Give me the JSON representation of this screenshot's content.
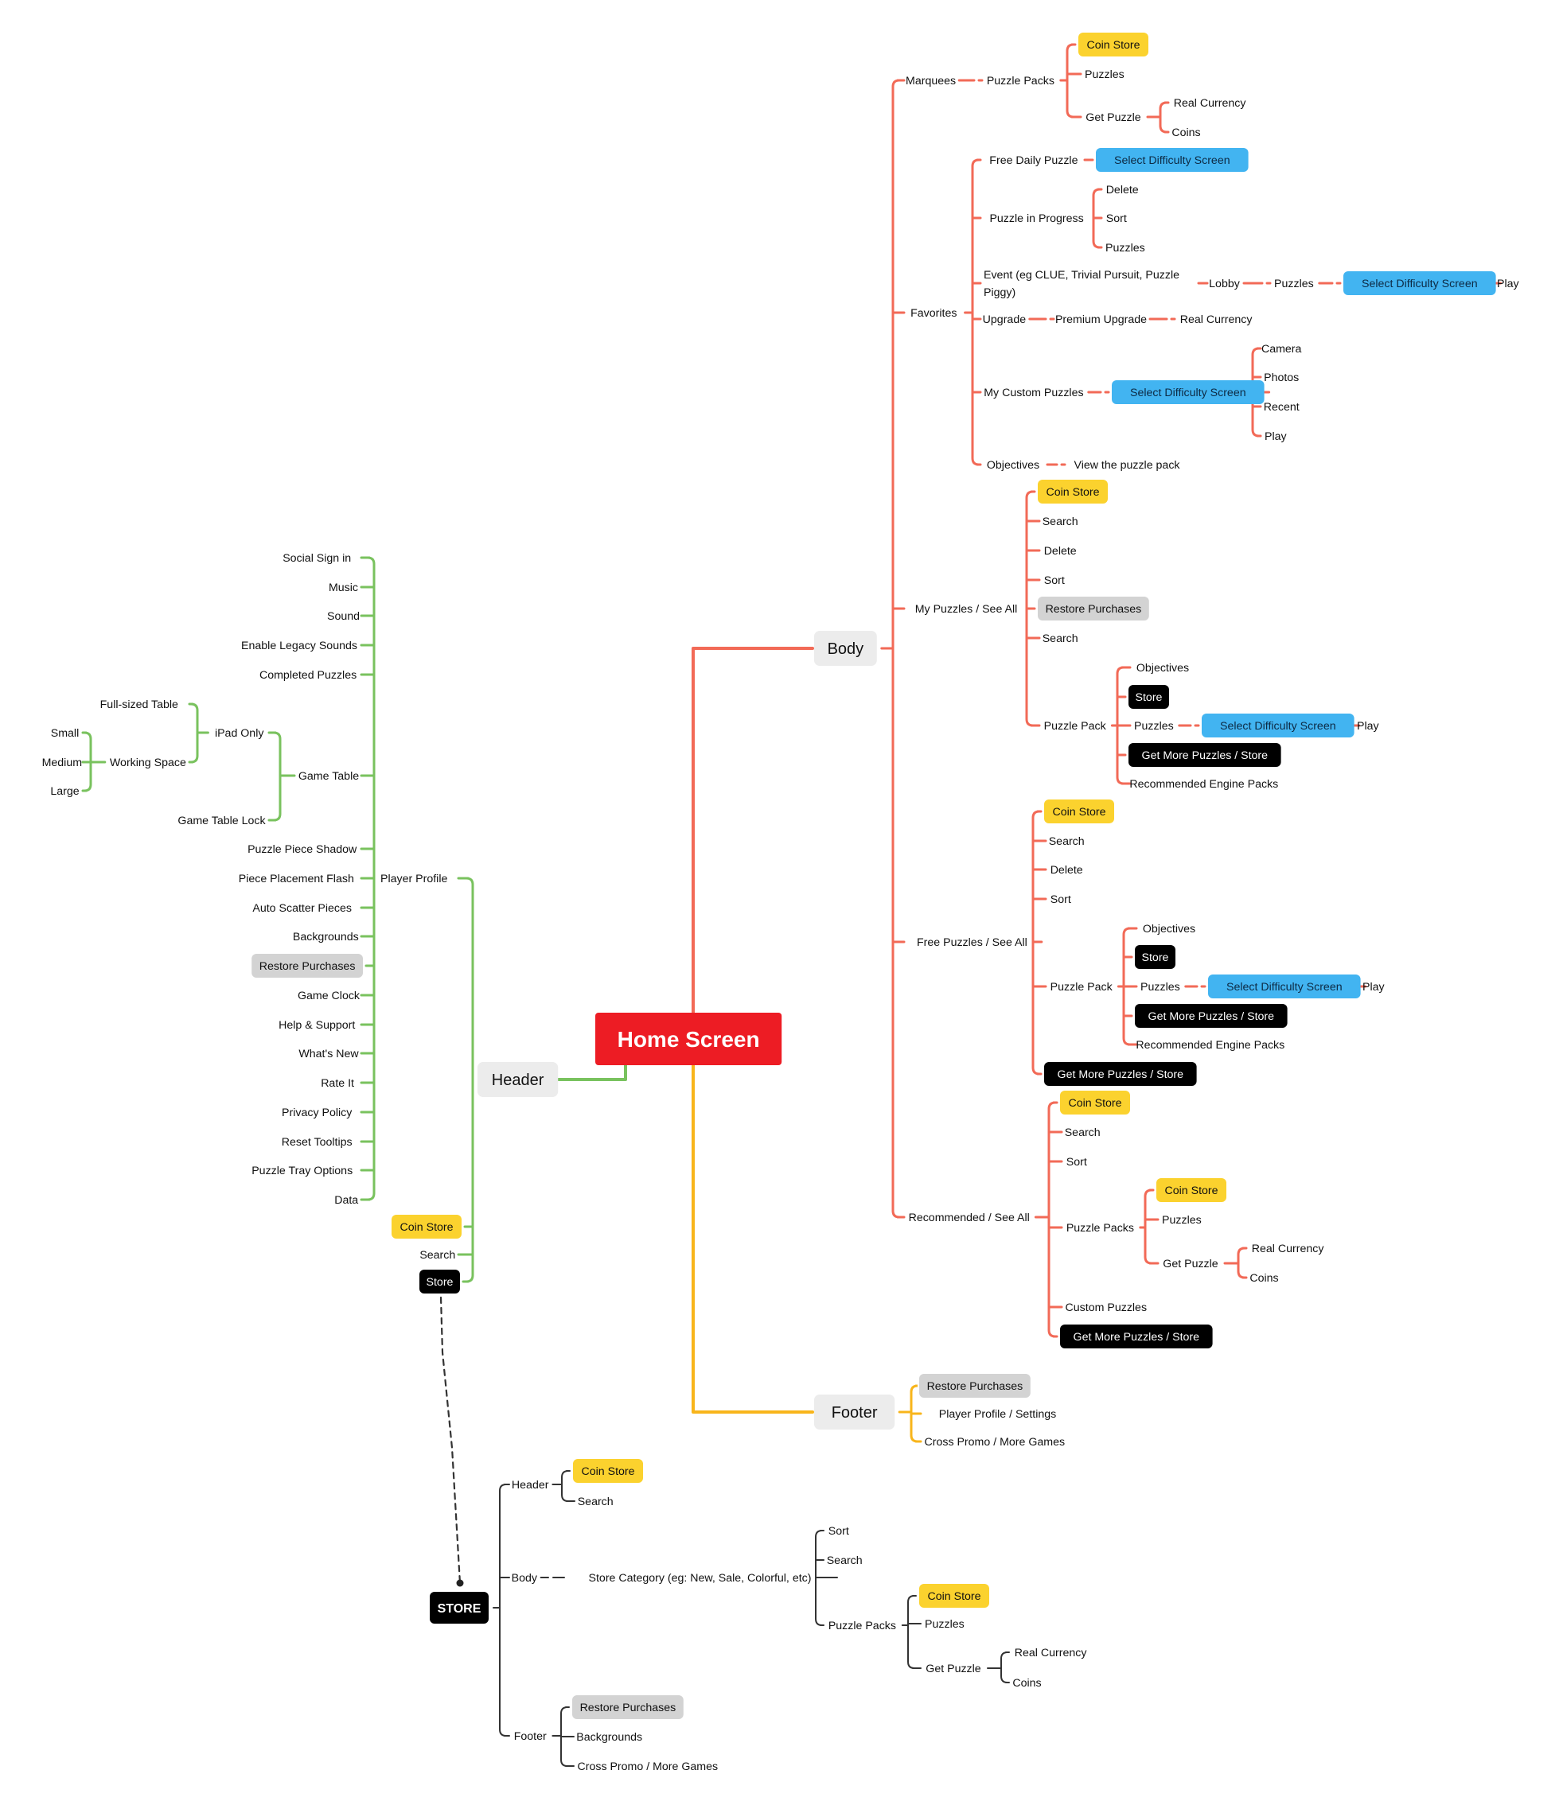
{
  "colors": {
    "body_branch": "#f26a57",
    "header_branch": "#79c25e",
    "footer_branch": "#f8b51b",
    "store_branch": "#333333",
    "root_fill": "#ed1c24",
    "yellow_tag": "#fbd22e",
    "blue_tag": "#42b4f1",
    "black_tag": "#000000",
    "gray_tag": "#d3d3d3",
    "section_tag": "#ececec"
  },
  "labels": {
    "home_screen": "Home Screen",
    "body": "Body",
    "header": "Header",
    "footer": "Footer",
    "store": "STORE",
    "marquees": "Marquees",
    "puzzle_packs": "Puzzle Packs",
    "coin_store": "Coin Store",
    "puzzles": "Puzzles",
    "get_puzzle": "Get Puzzle",
    "real_currency": "Real Currency",
    "coins": "Coins",
    "favorites": "Favorites",
    "free_daily_puzzle": "Free Daily Puzzle",
    "select_difficulty_screen": "Select Difficulty Screen",
    "puzzle_in_progress": "Puzzle in Progress",
    "delete": "Delete",
    "sort": "Sort",
    "event": "Event (eg CLUE, Trivial Pursuit, Puzzle Piggy)",
    "lobby": "Lobby",
    "play": "Play",
    "upgrade": "Upgrade",
    "premium_upgrade": "Premium Upgrade",
    "my_custom_puzzles": "My Custom Puzzles",
    "camera": "Camera",
    "photos": "Photos",
    "recent": "Recent",
    "objectives": "Objectives",
    "view_the_puzzle_pack": "View the puzzle pack",
    "my_puzzles_see_all": "My Puzzles / See All",
    "search": "Search",
    "restore_purchases": "Restore Purchases",
    "puzzle_pack": "Puzzle Pack",
    "store_tag": "Store",
    "get_more_puzzles_store": "Get More Puzzles / Store",
    "recommended_engine_packs": "Recommended Engine Packs",
    "free_puzzles_see_all": "Free Puzzles / See All",
    "recommended_see_all": "Recommended / See All",
    "custom_puzzles": "Custom Puzzles",
    "player_profile_settings": "Player Profile / Settings",
    "cross_promo_more_games": "Cross Promo / More Games",
    "player_profile": "Player Profile",
    "social_sign_in": "Social Sign in",
    "music": "Music",
    "sound": "Sound",
    "enable_legacy_sounds": "Enable Legacy Sounds",
    "completed_puzzles": "Completed Puzzles",
    "full_sized_table": "Full-sized Table",
    "ipad_only": "iPad Only",
    "small": "Small",
    "medium": "Medium",
    "large": "Large",
    "working_space": "Working Space",
    "game_table": "Game Table",
    "game_table_lock": "Game Table Lock",
    "puzzle_piece_shadow": "Puzzle Piece Shadow",
    "piece_placement_flash": "Piece Placement Flash",
    "auto_scatter_pieces": "Auto Scatter Pieces",
    "backgrounds": "Backgrounds",
    "game_clock": "Game Clock",
    "help_support": "Help & Support",
    "whats_new": "What's New",
    "rate_it": "Rate It",
    "privacy_policy": "Privacy Policy",
    "reset_tooltips": "Reset Tooltips",
    "puzzle_tray_options": "Puzzle Tray Options",
    "data": "Data",
    "store_category": "Store Category (eg: New, Sale, Colorful, etc)"
  }
}
